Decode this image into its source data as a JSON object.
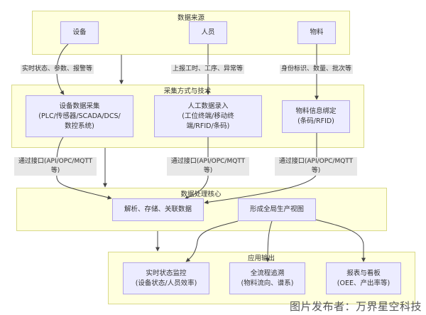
{
  "clusters": {
    "sources": {
      "title": "数据来源"
    },
    "collection": {
      "title": "采集方式与技术"
    },
    "processing": {
      "title": "数据处理核心"
    },
    "output": {
      "title": "应用输出"
    }
  },
  "nodes": {
    "equipment": {
      "lines": [
        "设备"
      ]
    },
    "personnel": {
      "lines": [
        "人员"
      ]
    },
    "material": {
      "lines": [
        "物料"
      ]
    },
    "equipment_collect": {
      "lines": [
        "设备数据采集",
        "(PLC/传感器/SCADA/DCS/",
        "数控系统)"
      ]
    },
    "manual_entry": {
      "lines": [
        "人工数据录入",
        "(工位终端/移动终",
        "端/RFID/条码)"
      ]
    },
    "material_bind": {
      "lines": [
        "物料信息绑定",
        "(条码/RFID)"
      ]
    },
    "parse_store": {
      "lines": [
        "解析、存储、关联数据"
      ]
    },
    "global_view": {
      "lines": [
        "形成全局生产视图"
      ]
    },
    "realtime_monitor": {
      "lines": [
        "实时状态监控",
        "(设备状态/人员效率)"
      ]
    },
    "traceability": {
      "lines": [
        "全流程追溯",
        "(物料流向、谱系)"
      ]
    },
    "reports": {
      "lines": [
        "报表与看板",
        "(OEE、产出率等)"
      ]
    }
  },
  "edge_labels": {
    "equipment_to_collect": "实时状态、参数、报警等",
    "personnel_to_entry": "上报工时、工序、异常等",
    "material_to_bind": "身份标识、数量、批次等",
    "collect_to_core": [
      "通过接口(API/OPC/MQTT",
      "等)"
    ],
    "entry_to_core": [
      "通过接口(API/OPC/MQTT",
      "等)"
    ],
    "bind_to_core": [
      "通过接口(API/OPC/MQTT",
      "等)"
    ]
  },
  "watermark": "图片发布者：万界星空科技",
  "colors": {
    "cluster_fill": "#ffffde",
    "cluster_border": "#d9d98a",
    "node_fill": "#ececff",
    "node_border": "#b4a6e6",
    "edge": "#444444",
    "edge_label_bg": "#e8e8e8"
  }
}
